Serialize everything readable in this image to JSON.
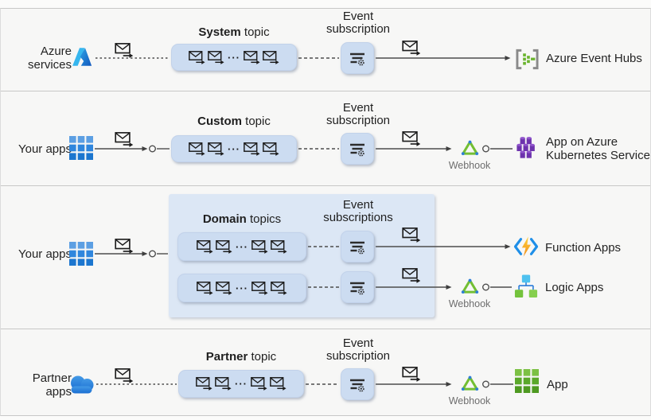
{
  "title": "Azure Event Grid topics and subscriptions diagram",
  "colors": {
    "topic_box": "#ccdcf1",
    "domain_panel": "#dce7f5",
    "connector": "#4d4d4d",
    "webhook_green": "#73bf33",
    "azure_blue": "#2e86de",
    "event_hubs_green": "#6ab42e",
    "aks_purple": "#6d33ad"
  },
  "rows": [
    {
      "source": {
        "line1": "Azure",
        "line2": "services"
      },
      "topic": {
        "bold": "System",
        "rest": " topic",
        "ellipsis": "···"
      },
      "subscription": {
        "line1": "Event",
        "line2": "subscription"
      },
      "target": {
        "label": "Azure Event Hubs"
      }
    },
    {
      "source": {
        "line1": "Your apps"
      },
      "topic": {
        "bold": "Custom",
        "rest": " topic",
        "ellipsis": "···"
      },
      "subscription": {
        "line1": "Event",
        "line2": "subscription"
      },
      "webhook_label": "Webhook",
      "target": {
        "line1": "App on Azure",
        "line2": "Kubernetes Service"
      }
    },
    {
      "source": {
        "line1": "Your apps"
      },
      "panel": {
        "topic_bold": "Domain",
        "topic_rest": " topics",
        "sub_line1": "Event",
        "sub_line2": "subscriptions",
        "ellipsis": "···"
      },
      "targets": [
        {
          "label": "Function Apps"
        },
        {
          "label": "Logic Apps",
          "webhook_label": "Webhook"
        }
      ]
    },
    {
      "source": {
        "line1": "Partner",
        "line2": "apps"
      },
      "topic": {
        "bold": "Partner",
        "rest": " topic",
        "ellipsis": "···"
      },
      "subscription": {
        "line1": "Event",
        "line2": "subscription"
      },
      "webhook_label": "Webhook",
      "target": {
        "label": "App"
      }
    }
  ]
}
